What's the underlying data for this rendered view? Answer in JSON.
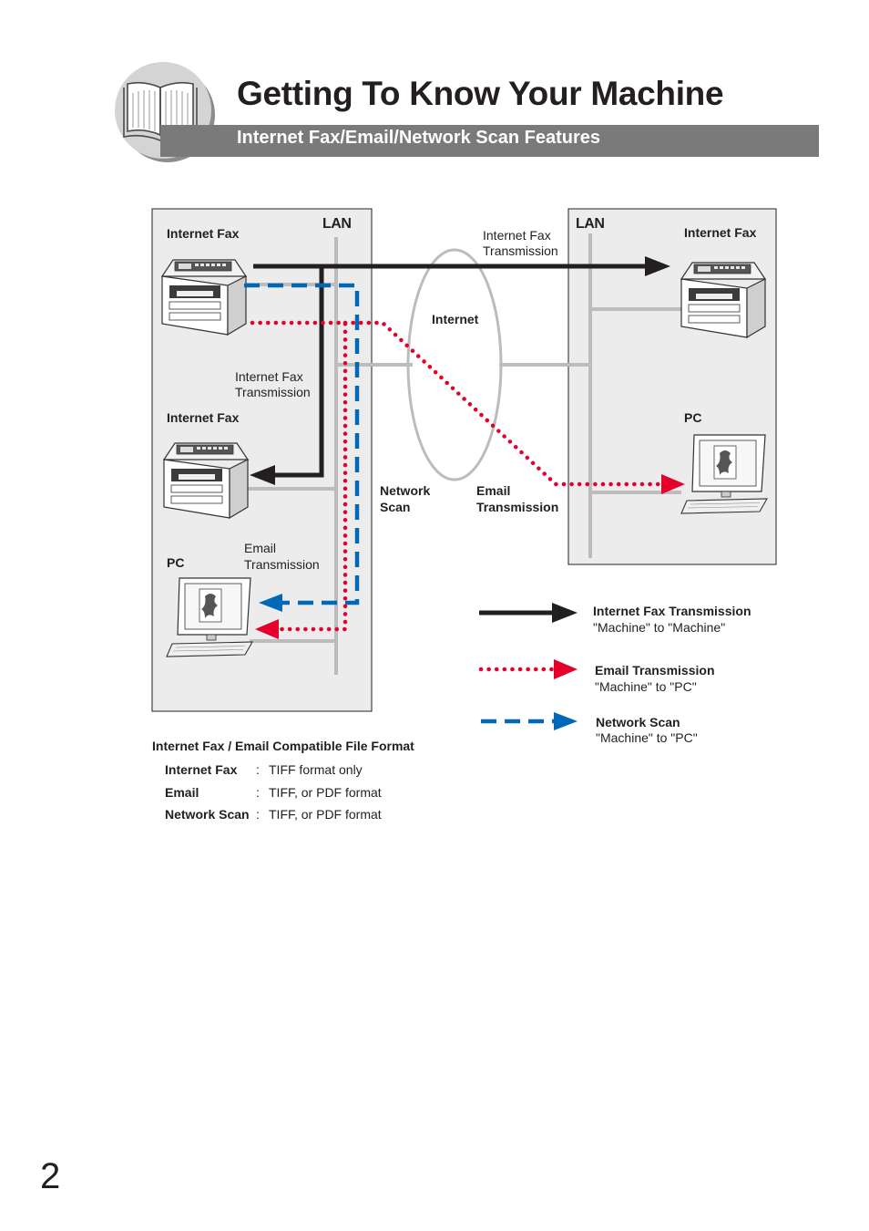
{
  "header": {
    "title": "Getting To Know Your Machine",
    "subtitle": "Internet Fax/Email/Network Scan Features"
  },
  "diagram": {
    "left_panel": {
      "lan_label": "LAN",
      "fax_top_label": "Internet Fax",
      "fax_middle_label": "Internet Fax",
      "pc_label": "PC",
      "fax_transmission_label": [
        "Internet Fax",
        "Transmission"
      ],
      "email_transmission_label": [
        "Email",
        "Transmission"
      ]
    },
    "right_panel": {
      "lan_label": "LAN",
      "fax_label": "Internet Fax",
      "pc_label": "PC"
    },
    "cloud": {
      "internet_label": "Internet",
      "fax_transmission_label": [
        "Internet Fax",
        "Transmission"
      ],
      "network_scan_label": [
        "Network",
        "Scan"
      ],
      "email_transmission_label": [
        "Email",
        "Transmission"
      ]
    },
    "colors": {
      "fax_line": "#231f20",
      "email_line": "#e4002b",
      "scan_line": "#0068b7",
      "panel_fill": "#ececec",
      "lan_line": "#bcbcbc"
    }
  },
  "legend": [
    {
      "title": "Internet Fax Transmission",
      "subtitle": "\"Machine\" to \"Machine\"",
      "line_style": "solid"
    },
    {
      "title": "Email Transmission",
      "subtitle": "\"Machine\" to \"PC\"",
      "line_style": "dotted"
    },
    {
      "title": "Network Scan",
      "subtitle": "\"Machine\" to \"PC\"",
      "line_style": "dashed"
    }
  ],
  "formats": {
    "heading": "Internet Fax / Email Compatible File Format",
    "rows": [
      {
        "name": "Internet Fax",
        "colon": ":",
        "desc": "TIFF format only"
      },
      {
        "name": "Email",
        "colon": ":",
        "desc": "TIFF, or PDF format"
      },
      {
        "name": "Network Scan",
        "colon": ":",
        "desc": "TIFF, or PDF format"
      }
    ]
  },
  "page_number": "2"
}
